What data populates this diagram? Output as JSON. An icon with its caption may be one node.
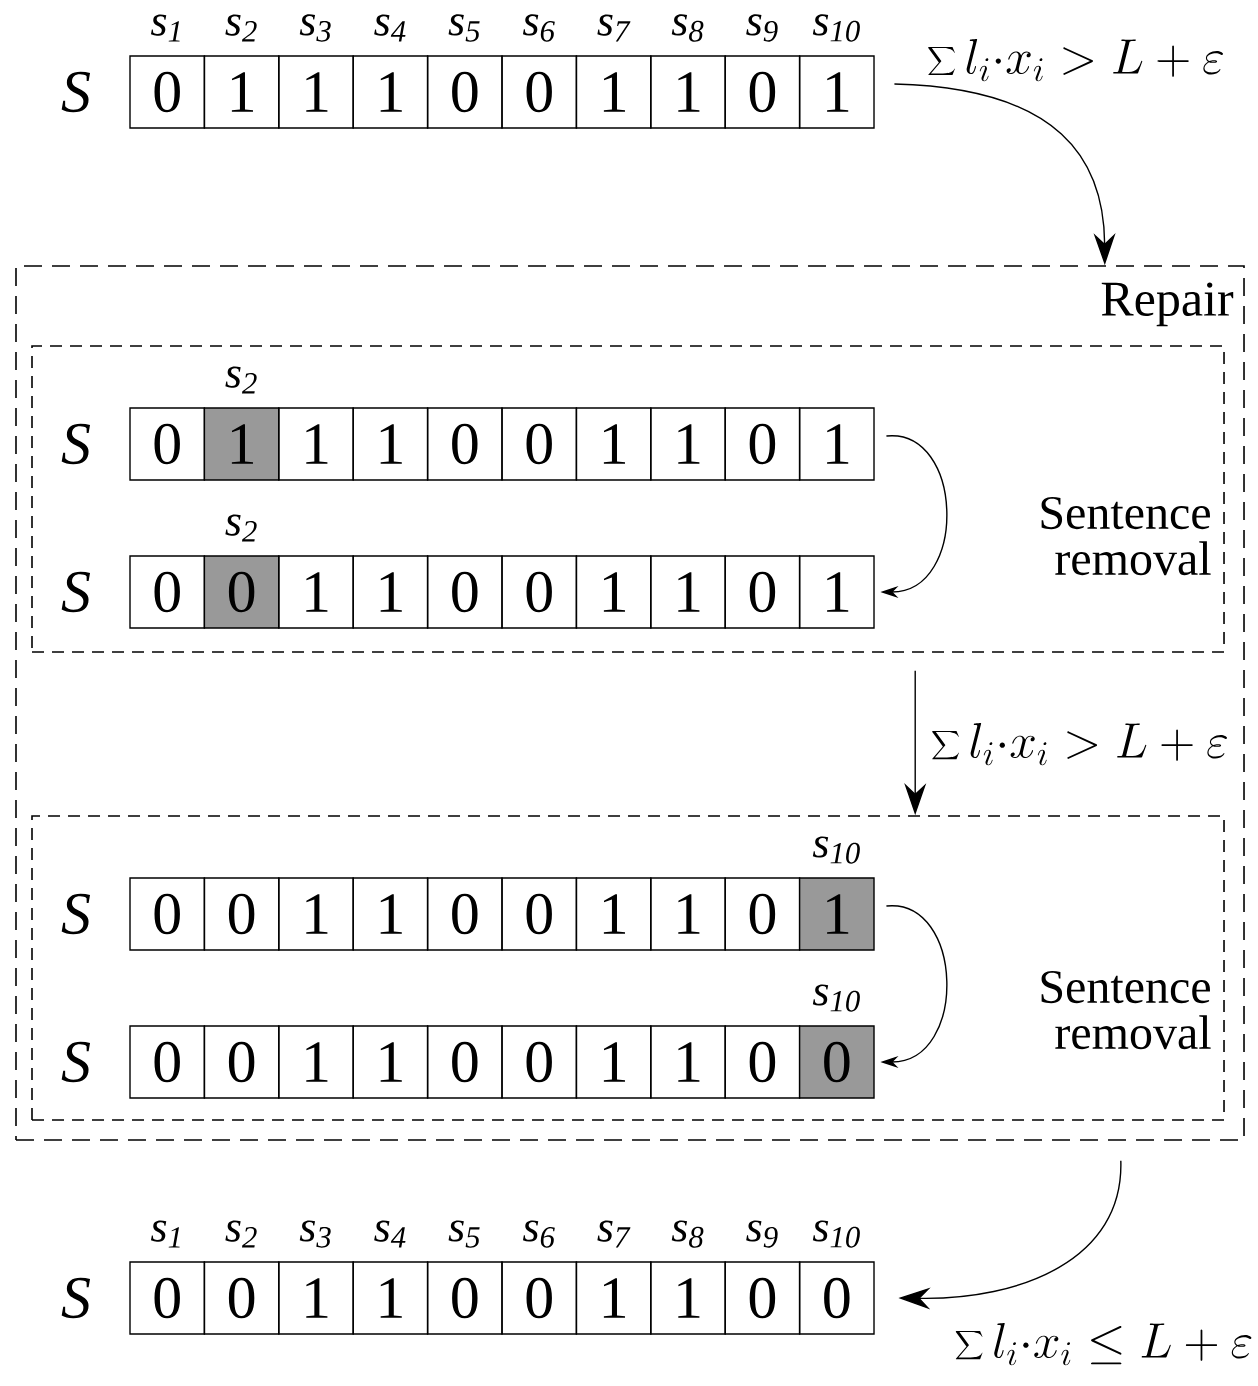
{
  "diagram": {
    "nodes": [
      {
        "text": [
          "S",
          "0",
          "1",
          "1",
          "1",
          "0",
          "0",
          "1",
          "1",
          "0",
          "1"
        ],
        "beside": [
          "s$_{1}$",
          "s$_{2}$",
          "s$_{3}$",
          "s$_{4}$",
          "s$_{5}$",
          "s$_{6}$",
          "s$_{7}$",
          "s$_{8}$",
          "s$_{9}$",
          "s$_{10}$"
        ]
      },
      {
        "text": [
          "Repair"
        ]
      },
      {
        "text": [],
        "shape": "box",
        "in": 1
      },
      {
        "text": [
          "S",
          "0",
          "1",
          "1",
          "1",
          "0",
          "0",
          "1",
          "1",
          "0",
          "1"
        ],
        "beside": [
          "s$_{2}$"
        ],
        "in": 2
      },
      {
        "text": [
          "S",
          "0",
          "0",
          "1",
          "1",
          "0",
          "0",
          "1",
          "1",
          "0",
          "1"
        ],
        "beside": [
          "s$_{2}$"
        ],
        "in": 2
      },
      {
        "text": [],
        "shape": "box",
        "in": 1
      },
      {
        "text": [
          "S",
          "0",
          "0",
          "1",
          "1",
          "0",
          "0",
          "1",
          "1",
          "0",
          "1"
        ],
        "beside": [
          "s$_{10}$"
        ],
        "in": 5
      },
      {
        "text": [
          "S",
          "0",
          "0",
          "1",
          "1",
          "0",
          "0",
          "1",
          "1",
          "0",
          "0"
        ],
        "beside": [
          "s$_{10}$"
        ],
        "in": 5
      },
      {
        "text": [
          "S",
          "0",
          "0",
          "1",
          "1",
          "0",
          "0",
          "1",
          "1",
          "0",
          "0"
        ],
        "beside": [
          "s$_{1}$",
          "s$_{2}$",
          "s$_{3}$",
          "s$_{4}$",
          "s$_{5}$",
          "s$_{6}$",
          "s$_{7}$",
          "s$_{8}$",
          "s$_{9}$",
          "s$_{10}$"
        ]
      }
    ],
    "edges": [
      {
        "from": 0,
        "to": 1,
        "arrow": "to",
        "label": "\\sum l_i{\\cdot}x_i>L+\\varepsilon"
      },
      {
        "from": 3,
        "to": 4,
        "arrow": "to",
        "label": "Sentence removal"
      },
      {
        "from": 2,
        "to": 5,
        "arrow": "to",
        "label": "\\sum l_i{\\cdot}x_i>L+\\varepsilon"
      },
      {
        "from": 6,
        "to": 7,
        "arrow": "to",
        "label": "Sentence removal"
      },
      {
        "from": 1,
        "to": 8,
        "arrow": "to",
        "label": "\\sum l_i{\\cdot}x_i\\leq L+\\varepsilon"
      }
    ]
  }
}
